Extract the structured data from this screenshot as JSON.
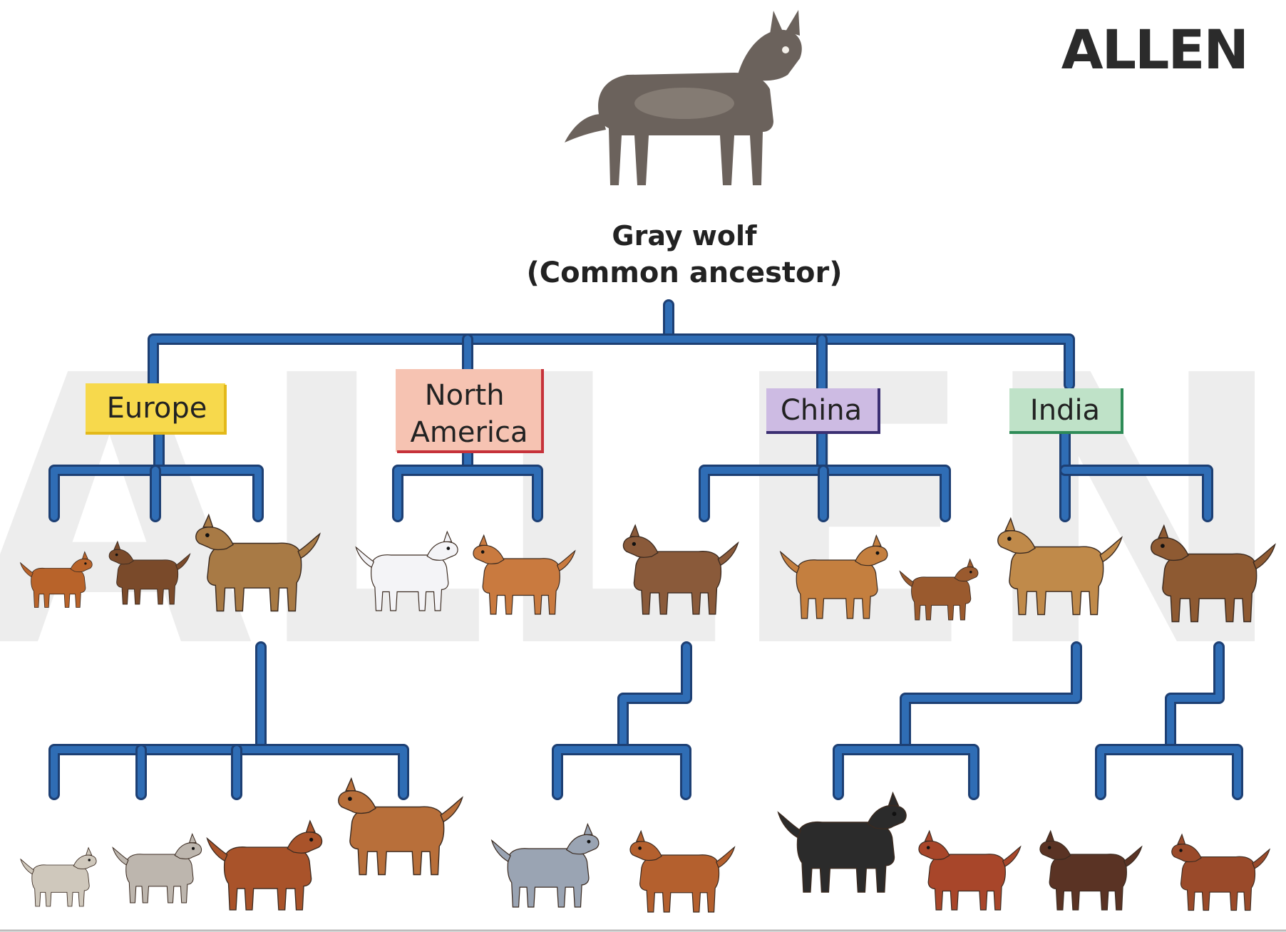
{
  "brand": {
    "logo_text": "ALLEN",
    "watermark_text": "ALLEN"
  },
  "root": {
    "name": "Gray wolf",
    "subtitle": "(Common ancestor)"
  },
  "regions": [
    {
      "label": "Europe",
      "fill": "#f7d94c",
      "border": "#e3b91a"
    },
    {
      "label": "North America",
      "fill": "#f6c3b2",
      "border": "#c6323a"
    },
    {
      "label": "China",
      "fill": "#cdbbe3",
      "border": "#3b2f72"
    },
    {
      "label": "India",
      "fill": "#bfe2c8",
      "border": "#2e8b57"
    }
  ],
  "colors": {
    "branch": "#2f6db5",
    "branch_outline": "#1d3f73",
    "watermark": "#ececec"
  },
  "dogs_tier1": [
    {
      "icon": "pomeranian-icon",
      "color": "#b8632a",
      "region": "Europe"
    },
    {
      "icon": "airedale-terrier-icon",
      "color": "#7a4a2a",
      "region": "Europe"
    },
    {
      "icon": "mastiff-icon",
      "color": "#a87a45",
      "region": "Europe"
    },
    {
      "icon": "samoyed-icon",
      "color": "#f4f4f7",
      "region": "North America"
    },
    {
      "icon": "shiba-inu-icon",
      "color": "#c97a3f",
      "region": "North America"
    },
    {
      "icon": "dingo-icon",
      "color": "#8a5a3a",
      "region": "China"
    },
    {
      "icon": "chow-chow-icon",
      "color": "#c47f3f",
      "region": "China"
    },
    {
      "icon": "pekingese-icon",
      "color": "#9a5a2e",
      "region": "China"
    },
    {
      "icon": "greyhound-icon",
      "color": "#c08a4a",
      "region": "India"
    },
    {
      "icon": "bloodhound-icon",
      "color": "#8e5a32",
      "region": "India"
    }
  ],
  "dogs_tier2": [
    {
      "icon": "pug-icon",
      "color": "#cfc8bc"
    },
    {
      "icon": "bulldog-icon",
      "color": "#bdb6ae"
    },
    {
      "icon": "saint-bernard-icon",
      "color": "#a9532a"
    },
    {
      "icon": "great-dane-icon",
      "color": "#b86f3a"
    },
    {
      "icon": "husky-icon",
      "color": "#9aa4b3"
    },
    {
      "icon": "basenji-icon",
      "color": "#b4602e"
    },
    {
      "icon": "afghan-hound-icon",
      "color": "#2b2b2b"
    },
    {
      "icon": "spaniel-icon",
      "color": "#a8462a"
    },
    {
      "icon": "pointer-icon",
      "color": "#5a3324"
    },
    {
      "icon": "brittany-icon",
      "color": "#9a4a2a"
    }
  ]
}
